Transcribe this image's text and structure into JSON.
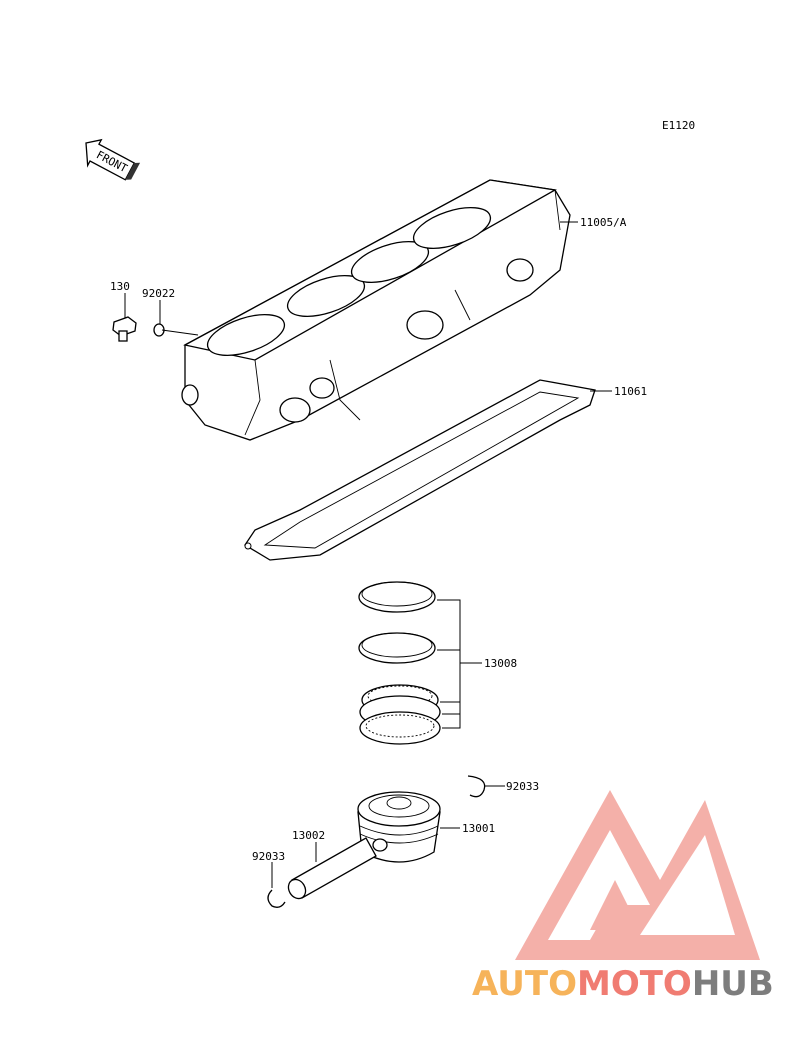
{
  "diagram": {
    "code": "E1120",
    "front_label": "FRONT",
    "callouts": {
      "cylinder": "11005/A",
      "gasket": "11061",
      "bolt": "130",
      "washer": "92022",
      "rings": "13008",
      "circlip_right": "92033",
      "piston": "13001",
      "pin": "13002",
      "circlip_left": "92033"
    }
  },
  "watermark": {
    "part1": "AUTO",
    "part2": "MOTO",
    "part3": "HUB",
    "colors": {
      "logo": "#f08a80",
      "auto": "#f6b35a",
      "moto": "#f07c72",
      "hub": "#7d7d7d"
    }
  }
}
